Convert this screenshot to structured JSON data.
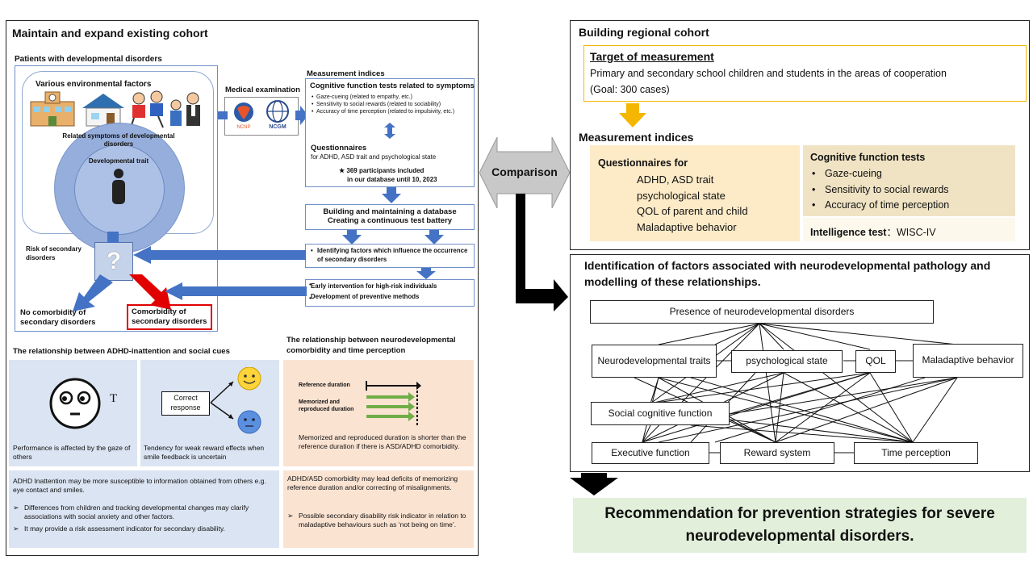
{
  "left": {
    "title": "Maintain and expand existing cohort",
    "patients_label": "Patients with developmental disorders",
    "env_label": "Various environmental factors",
    "related_symptoms": "Related symptoms of developmental disorders",
    "developmental_trait": "Developmental trait",
    "risk_label": "Risk of secondary disorders",
    "no_comorb": "No comorbidity of secondary disorders",
    "comorb": "Comorbidity of secondary disorders",
    "medical_exam": "Medical examination",
    "logos": [
      "NCNP",
      "NCGM"
    ],
    "measurement_indices": "Measurement indices",
    "cog_title": "Cognitive function tests related to symptoms",
    "cog_items": [
      "Gaze-cueing (related to empathy, etc.)",
      "Sensitivity to social rewards (related to sociability)",
      "Accuracy of time perception (related to impulsivity, etc.)"
    ],
    "questionnaires_title": "Questionnaires",
    "questionnaires_sub": "for ADHD, ASD trait and psychological state",
    "participants": "★ 369 participants included",
    "participants2": "in our database until 10, 2023",
    "db_line1": "Building and maintaining a database",
    "db_line2": "Creating a continuous test battery",
    "identify": "Identifying factors which influence the occurrence of secondary disorders",
    "early": "Early intervention for high-risk individuals",
    "development": "Development of preventive methods",
    "adhd_title": "The relationship between ADHD-inattention and social cues",
    "t_letter": "T",
    "perf_caption": "Performance is affected by the gaze of others",
    "correct_response": "Correct response",
    "weak_reward": "Tendency for weak reward effects when smile feedback is uncertain",
    "adhd_text": "ADHD Inattention may be more susceptible to information obtained from others e.g. eye contact and smiles.",
    "adhd_bullets": [
      "Differences from children and tracking developmental changes may clarify associations with social anxiety and other factors.",
      "It may provide a risk assessment indicator for secondary disability."
    ],
    "time_title": "The relationship between neurodevelopmental comorbidity and time perception",
    "ref_duration": "Reference duration",
    "memorized": "Memorized and reproduced duration",
    "time_caption": "Memorized and reproduced duration is shorter than the reference duration if there is ASD/ADHD comorbidity.",
    "time_text": "ADHD/ASD comorbidity may lead deficits of memorizing reference duration and/or correcting of misalignments.",
    "time_bullets": [
      "Possible secondary disability risk indicator in relation to maladaptive behaviours such as ‘not being on time’."
    ]
  },
  "comparison": "Comparison",
  "right": {
    "title": "Building regional cohort",
    "target_title": "Target of measurement",
    "target_text": "Primary and secondary school children and students in the areas of cooperation",
    "target_goal": "(Goal: 300 cases)",
    "measure_title": "Measurement indices",
    "q_title": "Questionnaires for",
    "q_items": [
      "ADHD, ASD trait",
      "psychological state",
      "QOL of parent and child",
      "Maladaptive behavior"
    ],
    "cog_title": "Cognitive function tests",
    "cog_items": [
      "Gaze-cueing",
      "Sensitivity to social rewards",
      "Accuracy of time perception"
    ],
    "intel_label": "Intelligence test",
    "intel_value": "：WISC-IV"
  },
  "network": {
    "title": "Identification of factors associated with neurodevelopmental pathology and modelling of these relationships.",
    "nodes": {
      "presence": "Presence of neurodevelopmental disorders",
      "neuro": "Neurodevelopmental traits",
      "psych": "psychological state",
      "qol": "QOL",
      "maladaptive": "Maladaptive behavior",
      "social": "Social cognitive function",
      "executive": "Executive function",
      "reward": "Reward system",
      "time": "Time perception"
    }
  },
  "recommendation": "Recommendation for prevention strategies for severe neurodevelopmental disorders.",
  "colors": {
    "blue_arrow": "#4472c4",
    "red": "#e00000",
    "peach": "#fbe3d2",
    "light_blue": "#dbe4f2",
    "green_box": "#e2efda",
    "yellow_arrow": "#f5b600",
    "gold_border": "#f5b700"
  }
}
